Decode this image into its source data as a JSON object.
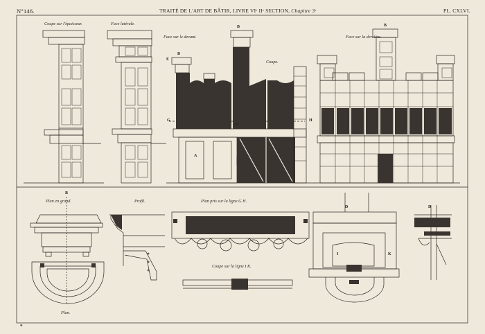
{
  "header": {
    "plate_number": "N°146.",
    "title": "TRAITÉ DE L'ART DE BÂTIR, LIVRE VIᵉ IIᵉ SECTION,",
    "chapter": "Chapitre 3ᵉ",
    "plate_ref": "PL. CXLVI."
  },
  "labels": {
    "coupe_epaisseur": "Coupe sur l'épaisseur.",
    "face_laterale": "Face latérale.",
    "face_devant": "Face sur le devant.",
    "coupe": "Coupe.",
    "face_derriere": "Face sur la derrière.",
    "plan_grand": "Plan en grand.",
    "profil": "Profil.",
    "plan_gh": "Plan pris sur la ligne G H.",
    "coupe_ik": "Coupe sur la ligne I K.",
    "plan": "Plan."
  },
  "letters": {
    "a": "A",
    "b": "B",
    "d": "D",
    "e": "E",
    "g": "G",
    "h": "H",
    "i": "I",
    "k": "K"
  },
  "footer": {
    "mark": "*"
  },
  "colors": {
    "paper": "#efe9dc",
    "ink": "#2a2420",
    "dark_fill": "#3a3430"
  }
}
